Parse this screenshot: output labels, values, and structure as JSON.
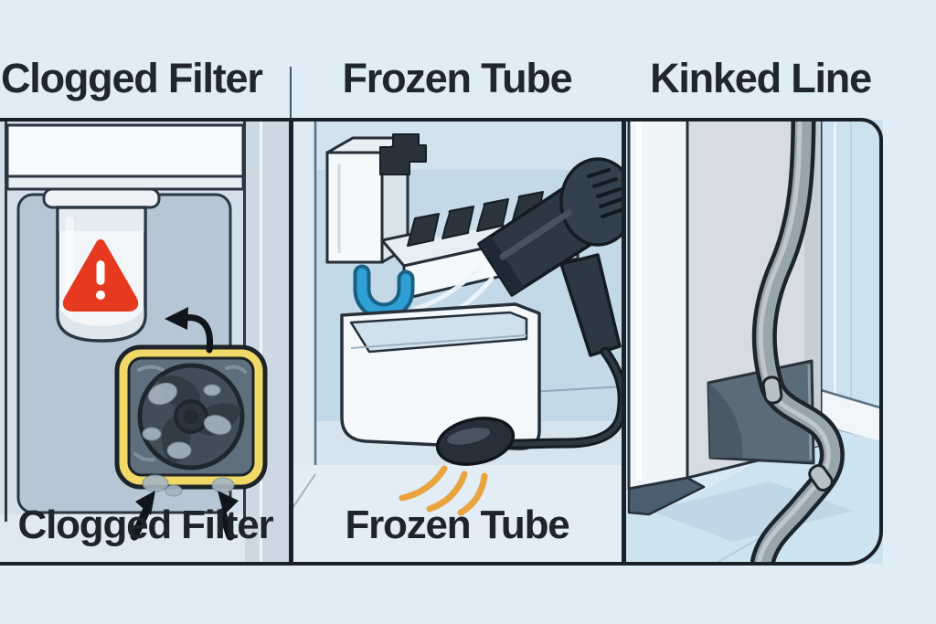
{
  "figure_type": "three-panel troubleshooting illustration",
  "panels": [
    {
      "id": "clogged-filter",
      "title": "Clogged Filter",
      "caption": "Clogged Filter",
      "icons": [
        "warning-triangle-icon",
        "water-filter",
        "clogged-fan-filter",
        "curved-arrow-icon",
        "up-arrow-icon"
      ]
    },
    {
      "id": "frozen-tube",
      "title": "Frozen Tube",
      "caption": "Frozen Tube",
      "icons": [
        "ice-maker",
        "hair-dryer-icon",
        "frozen-fill-tube",
        "ice-bin",
        "thaw-nozzle",
        "heat-lines-icon",
        "air-flow-icon"
      ]
    },
    {
      "id": "kinked-line",
      "title": "Kinked Line",
      "icons": [
        "refrigerator-back",
        "kinked-water-line",
        "hose-coupling",
        "access-opening"
      ]
    }
  ],
  "colors": {
    "background": "#e0ecf6",
    "outline": "#1b2129",
    "title_text": "#20262e",
    "warning_red": "#e6391f",
    "highlight_yellow": "#f1d968",
    "frozen_blue": "#2f9fd4",
    "heat_orange": "#e9a43f",
    "hose_gray": "#99a5ad"
  }
}
